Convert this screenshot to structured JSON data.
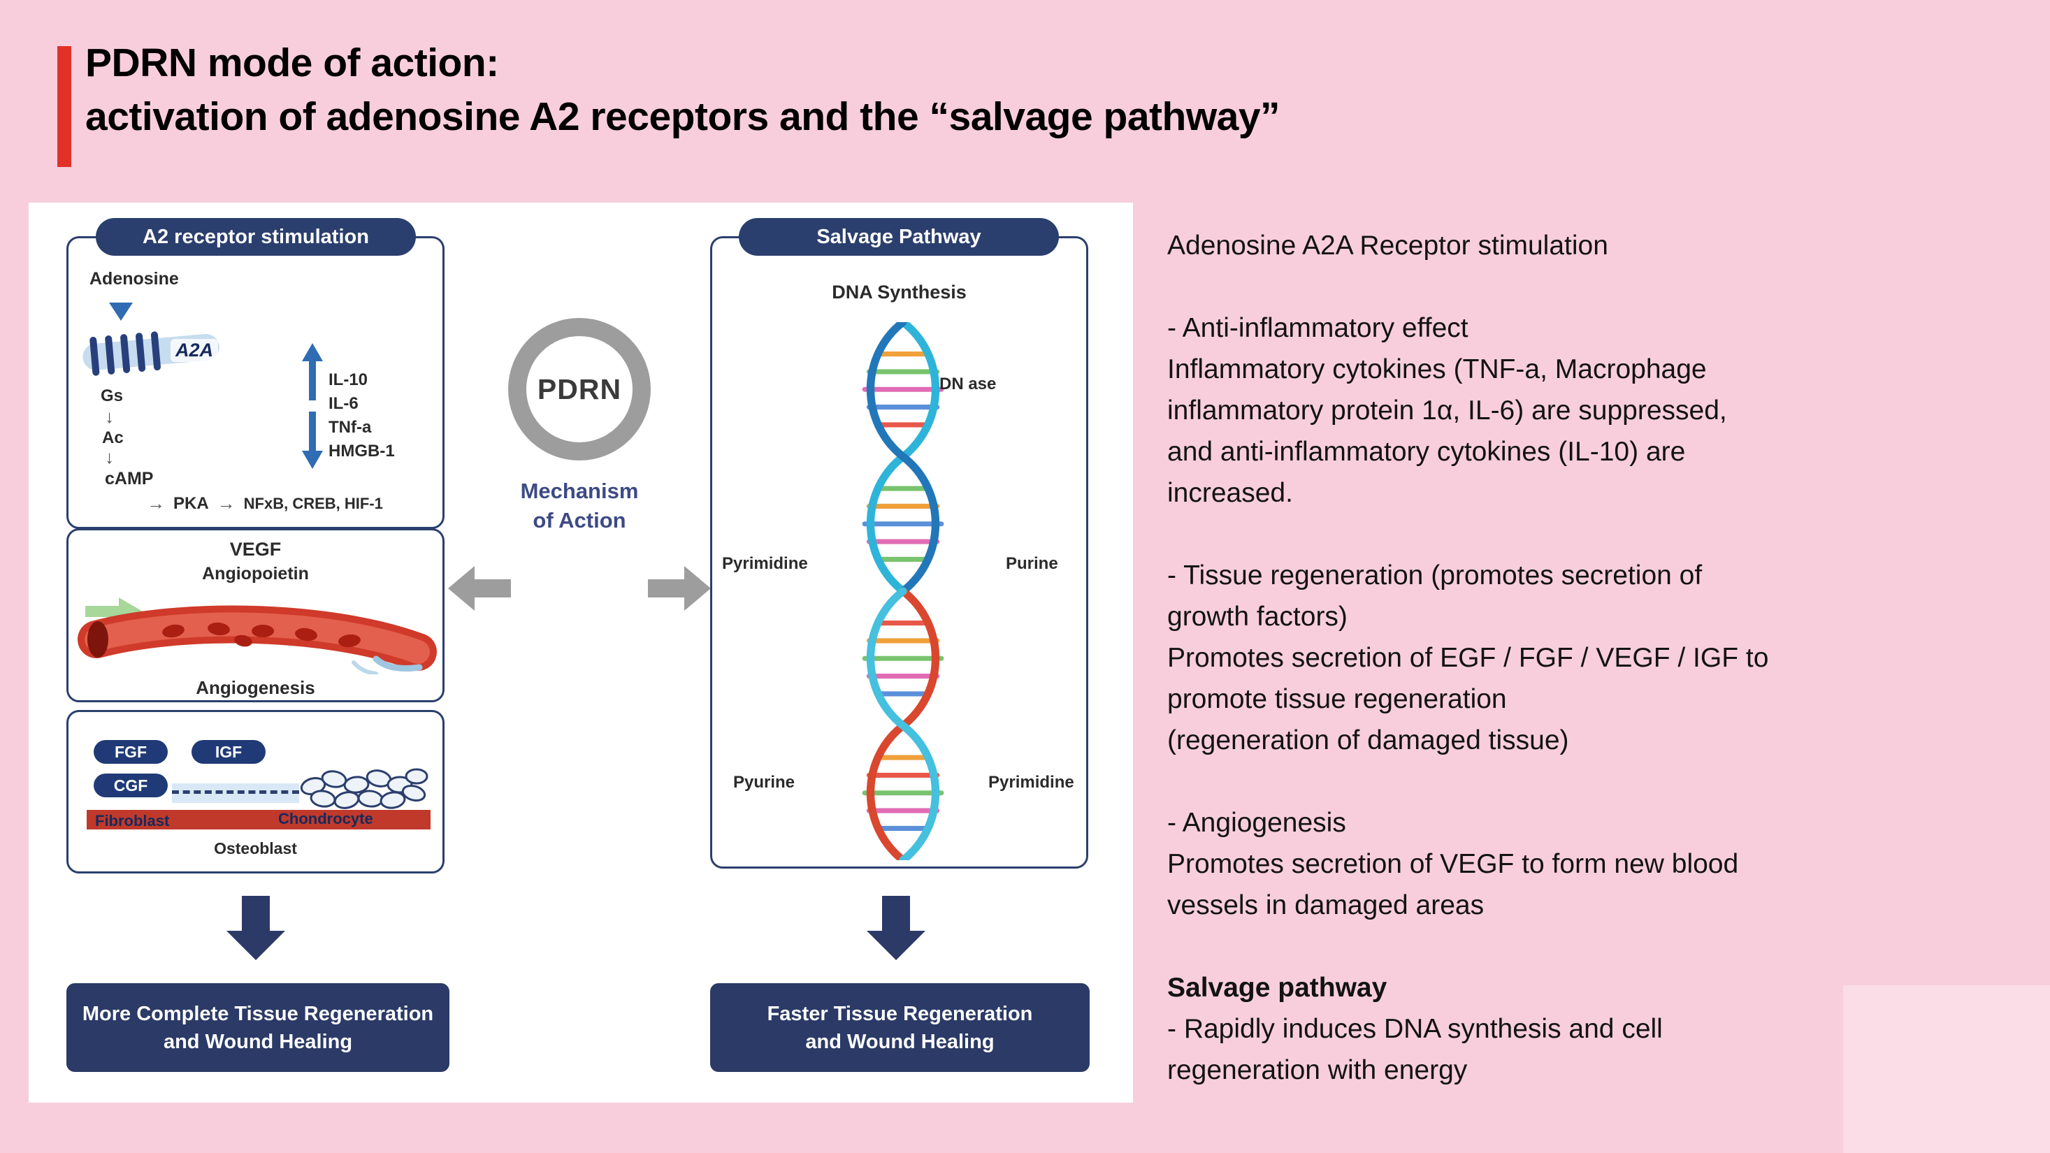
{
  "colors": {
    "background_pink": "#f8cedd",
    "accent_red": "#e23128",
    "navy": "#2b3f6e",
    "dark_navy_box": "#2b3a66",
    "arrow_blue": "#2f6cb3",
    "gray_arrow": "#9d9d9d",
    "mechanism_text": "#3d4a86",
    "vessel_red": "#c0392b"
  },
  "header": {
    "title_line1": "PDRN mode of action:",
    "title_line2": "activation of adenosine A2 receptors and the “salvage pathway”"
  },
  "diagram": {
    "a2": {
      "header": "A2 receptor stimulation",
      "adenosine": "Adenosine",
      "receptor": "A2A",
      "gs": "Gs",
      "ac": "Ac",
      "camp": "cAMP",
      "pka": "PKA",
      "targets": "NFxB, CREB, HIF-1",
      "flow_right": "→",
      "flow_down": "↓",
      "cytokines_up": [
        "IL-10",
        "IL-6"
      ],
      "cytokines_down": [
        "TNf-a",
        "HMGB-1"
      ],
      "vegf": "VEGF",
      "angiopoietin": "Angiopoietin",
      "angiogenesis": "Angiogenesis",
      "gf1": "FGF",
      "gf2": "IGF",
      "gf3": "CGF",
      "fibroblast": "Fibroblast",
      "chondrocyte": "Chondrocyte",
      "osteoblast": "Osteoblast",
      "outcome": "More Complete Tissue Regeneration\nand Wound Healing"
    },
    "center": {
      "pdrn": "PDRN",
      "mechanism": "Mechanism\nof Action"
    },
    "salvage": {
      "header": "Salvage Pathway",
      "dna_synthesis": "DNA Synthesis",
      "dnase": "DN ase",
      "pyrimidine_left": "Pyrimidine",
      "purine": "Purine",
      "pyurine": "Pyurine",
      "pyrimidine_right": "Pyrimidine",
      "outcome": "Faster Tissue Regeneration\nand Wound Healing"
    }
  },
  "description": {
    "p1": "Adenosine A2A Receptor stimulation",
    "p2": "- Anti-inflammatory effect\nInflammatory cytokines (TNF-a, Macrophage\ninflammatory protein 1α, IL-6) are suppressed,\nand anti-inflammatory cytokines (IL-10) are\nincreased.",
    "p3": "- Tissue regeneration (promotes secretion of\ngrowth factors)\nPromotes secretion of EGF / FGF / VEGF / IGF to\npromote tissue regeneration\n(regeneration of damaged tissue)",
    "p4": "- Angiogenesis\nPromotes secretion of VEGF to form new blood\nvessels in damaged areas",
    "p5": "Salvage pathway",
    "p6": "- Rapidly induces DNA synthesis and cell\nregeneration with energy"
  }
}
